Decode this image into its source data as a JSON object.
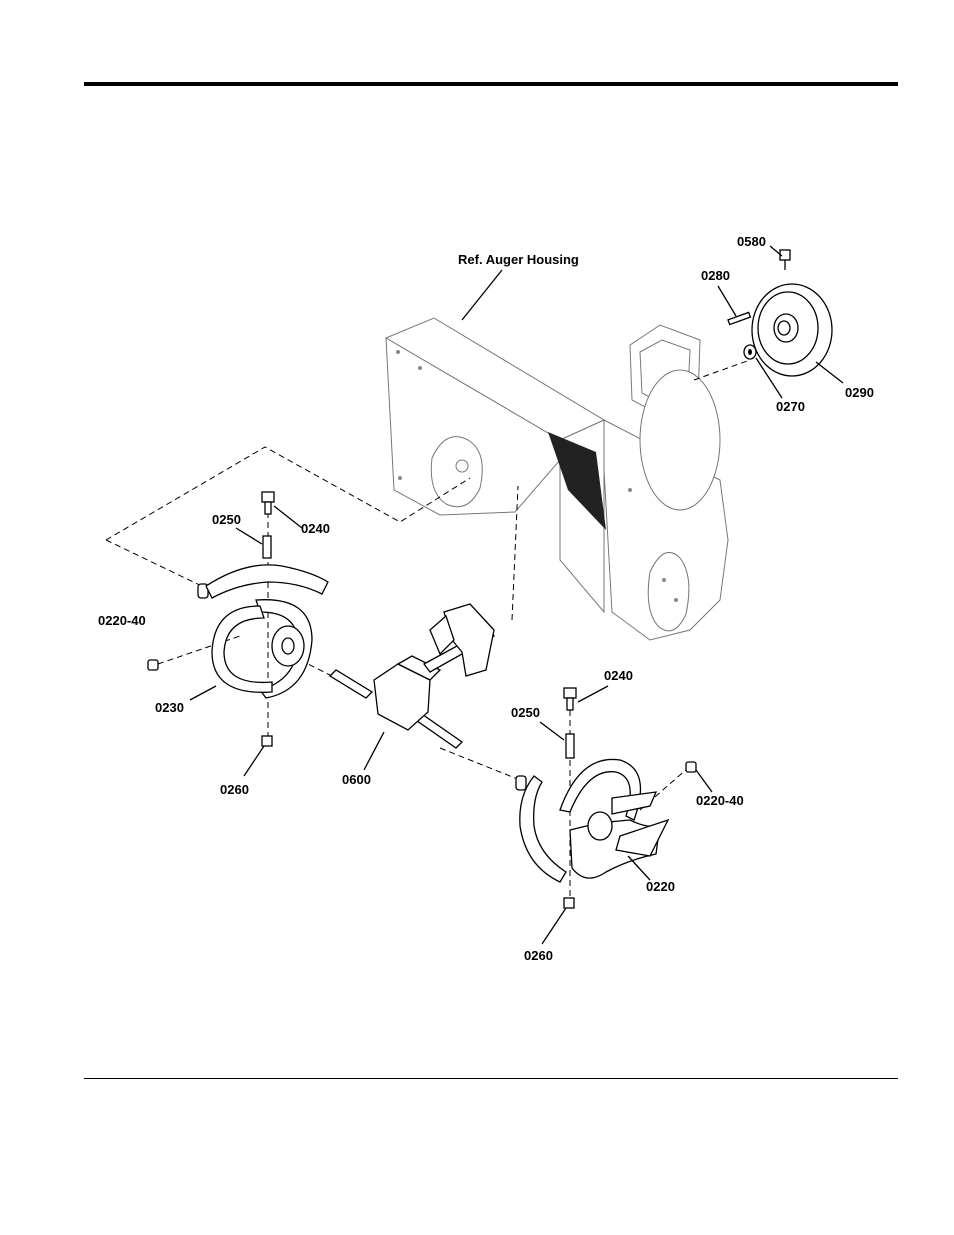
{
  "callouts": {
    "ref_housing": "Ref. Auger Housing",
    "p0580": "0580",
    "p0280": "0280",
    "p0290": "0290",
    "p0270": "0270",
    "p0250_left": "0250",
    "p0240_left": "0240",
    "p0220_40_left": "0220-40",
    "p0230": "0230",
    "p0260_left": "0260",
    "p0600": "0600",
    "p0240_right": "0240",
    "p0250_right": "0250",
    "p0220_40_right": "0220-40",
    "p0220": "0220",
    "p0260_right": "0260"
  },
  "icons": {
    "auger_housing": "auger-housing-drawing",
    "pulley": "v-belt-pulley-drawing",
    "gearbox": "auger-gearbox-drawing",
    "left_auger": "left-auger-spiral-drawing",
    "right_auger": "right-auger-spiral-drawing"
  }
}
